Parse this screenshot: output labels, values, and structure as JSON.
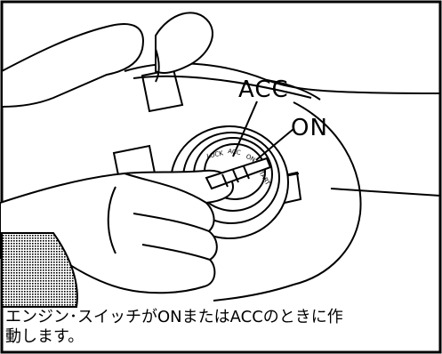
{
  "labels": {
    "acc": "ACC",
    "on": "ON"
  },
  "caption": {
    "line1": "エンジン･スイッチがONまたはACCのときに作",
    "line2": "動します。"
  },
  "colors": {
    "line": "#000000",
    "background": "#ffffff",
    "sleeve_shading": "#9a9a9a"
  }
}
